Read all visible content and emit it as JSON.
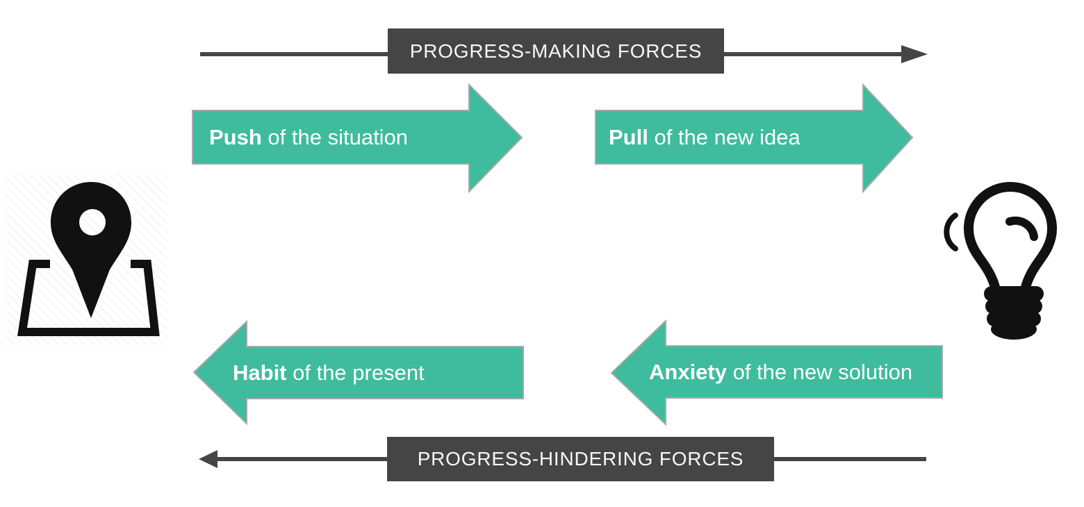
{
  "axes": {
    "top": {
      "label": "PROGRESS-MAKING FORCES",
      "arrow_direction": "right"
    },
    "bottom": {
      "label": "PROGRESS-HINDERING FORCES",
      "arrow_direction": "left"
    }
  },
  "forces": [
    {
      "bold": "Push",
      "rest": " of the situation",
      "direction": "right"
    },
    {
      "bold": "Pull",
      "rest": " of the new idea",
      "direction": "right"
    },
    {
      "bold": "Habit",
      "rest": " of the present",
      "direction": "left"
    },
    {
      "bold": "Anxiety",
      "rest": " of the new solution",
      "direction": "left"
    }
  ],
  "icons": {
    "left_icon": "map-pin-icon",
    "right_icon": "lightbulb-icon"
  },
  "colors": {
    "teal": "#3EBC9D",
    "dark": "#454545",
    "arrow_border": "#A8A8A8",
    "text_on_teal": "#FFFFFF",
    "icon_black": "#111111"
  }
}
